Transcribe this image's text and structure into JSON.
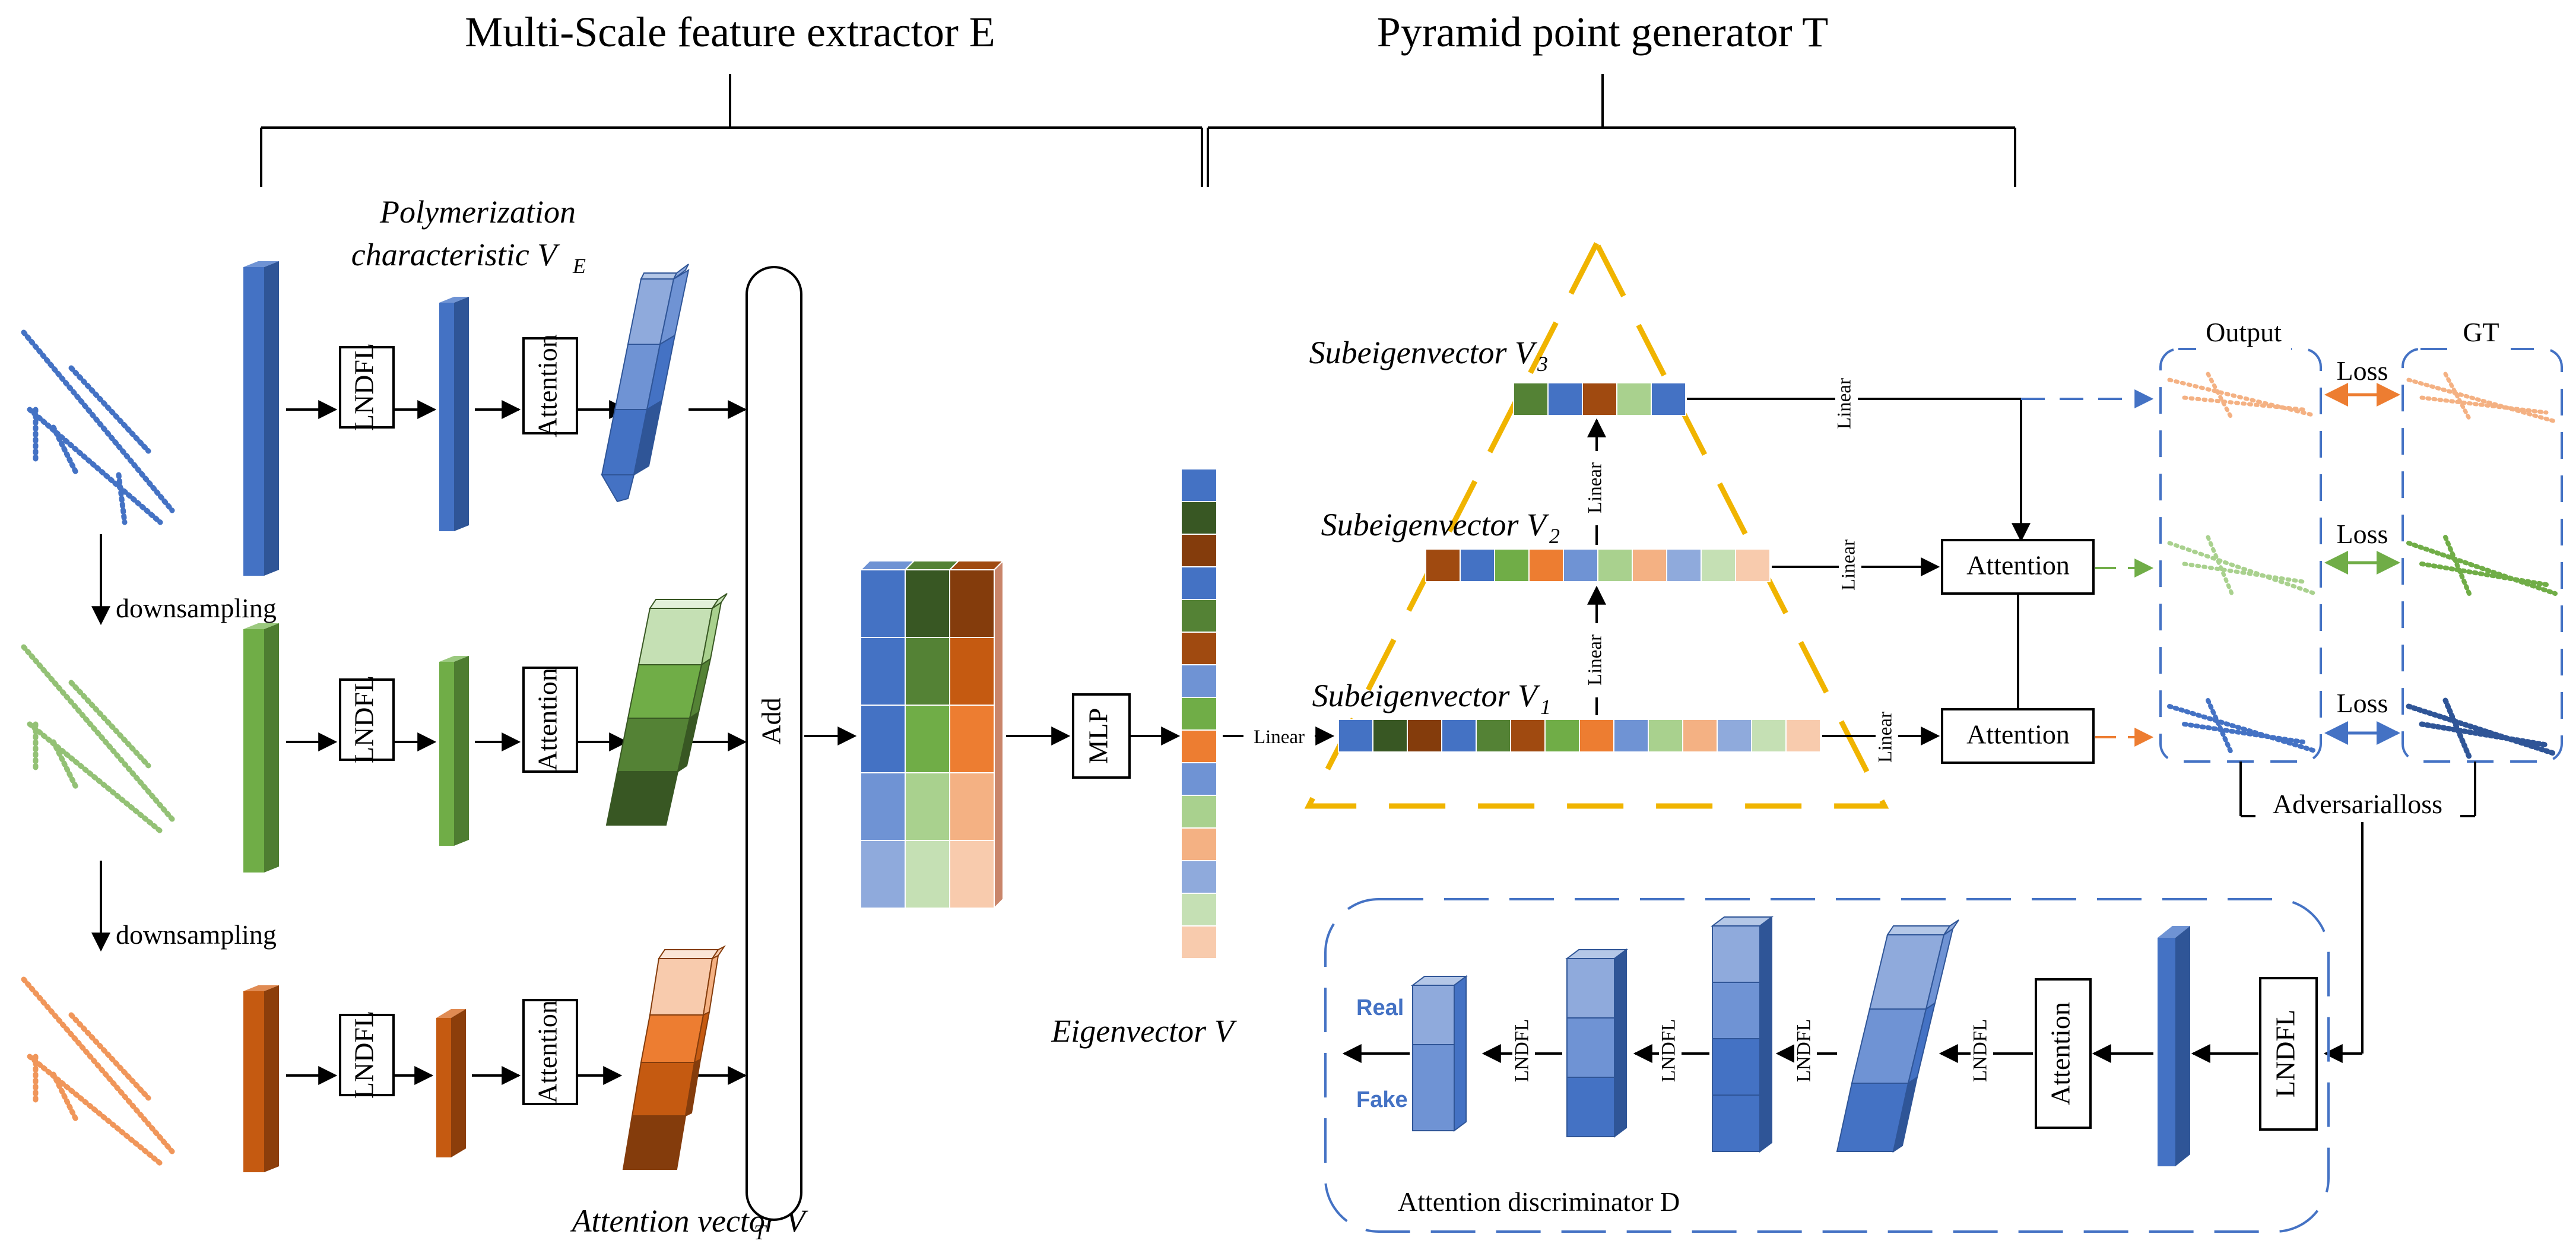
{
  "titles": {
    "extractor": "Multi-Scale feature extractor E",
    "generator": "Pyramid point generator T"
  },
  "labels": {
    "polymerization_line1": "Polymerization",
    "polymerization_line2": "characteristic V",
    "polymerization_sub": "E",
    "attention_vector": "Attention vector V",
    "attention_vector_sub": "T",
    "eigenvector": "Eigenvector V",
    "sub3": "Subeigenvector V",
    "sub3_idx": "3",
    "sub2": "Subeigenvector V",
    "sub2_idx": "2",
    "sub1": "Subeigenvector V",
    "sub1_idx": "1",
    "downsampling": "downsampling",
    "output": "Output",
    "gt": "GT",
    "loss": "Loss",
    "adversarial": "Adversarialloss",
    "discriminator": "Attention discriminator D",
    "real": "Real",
    "fake": "Fake"
  },
  "blocks": {
    "lndfl": "LNDFL",
    "attention": "Attention",
    "add": "Add",
    "mlp": "MLP",
    "linear": "Linear"
  },
  "colors": {
    "blue": "#4472C4",
    "green": "#70AD47",
    "orange": "#C55A11",
    "dashed_blue": "#4472C4",
    "triangle": "#F0B400",
    "real_fake": "#4472C4"
  }
}
